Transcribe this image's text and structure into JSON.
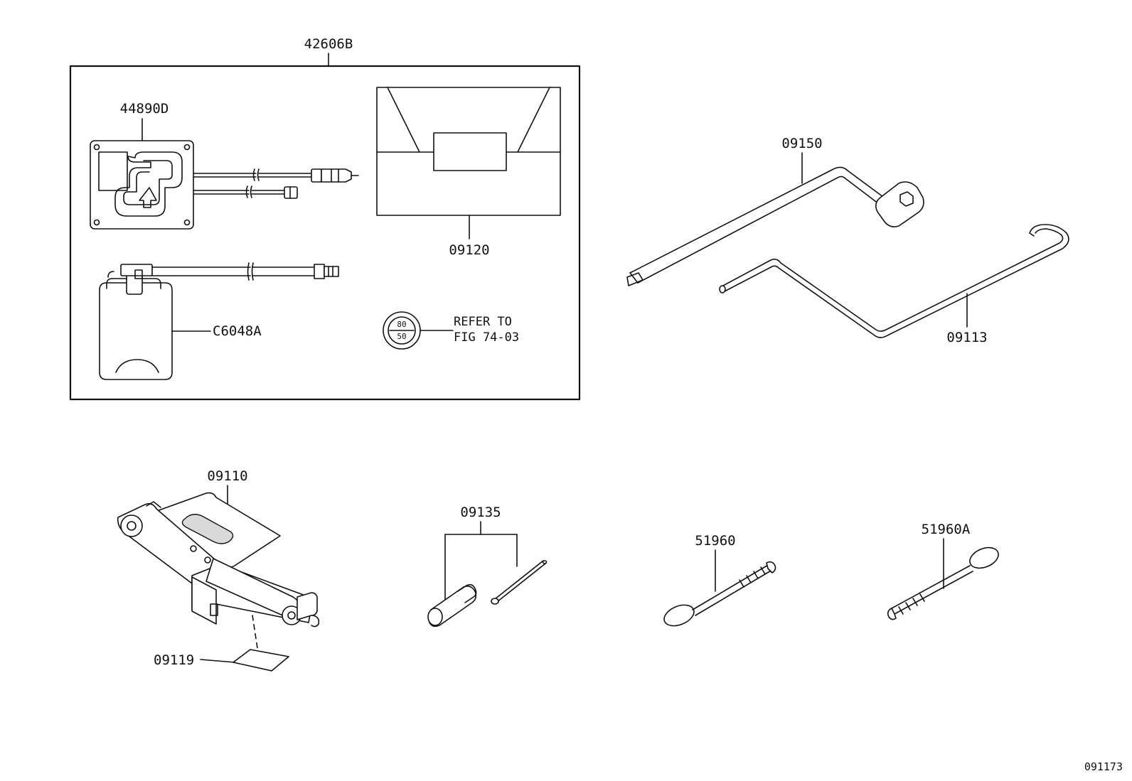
{
  "labels": {
    "kit": "42606B",
    "pump": "44890D",
    "manual": "09120",
    "sealant": "C6048A",
    "wrench": "09150",
    "handle": "09113",
    "jack": "09110",
    "pad": "09119",
    "adapter": "09135",
    "hook": "51960",
    "hook_a": "51960A"
  },
  "reference": {
    "badge_top": "80",
    "badge_bottom": "50",
    "line1": "REFER TO",
    "line2": "FIG 74-03"
  },
  "diagram_id": "091173"
}
